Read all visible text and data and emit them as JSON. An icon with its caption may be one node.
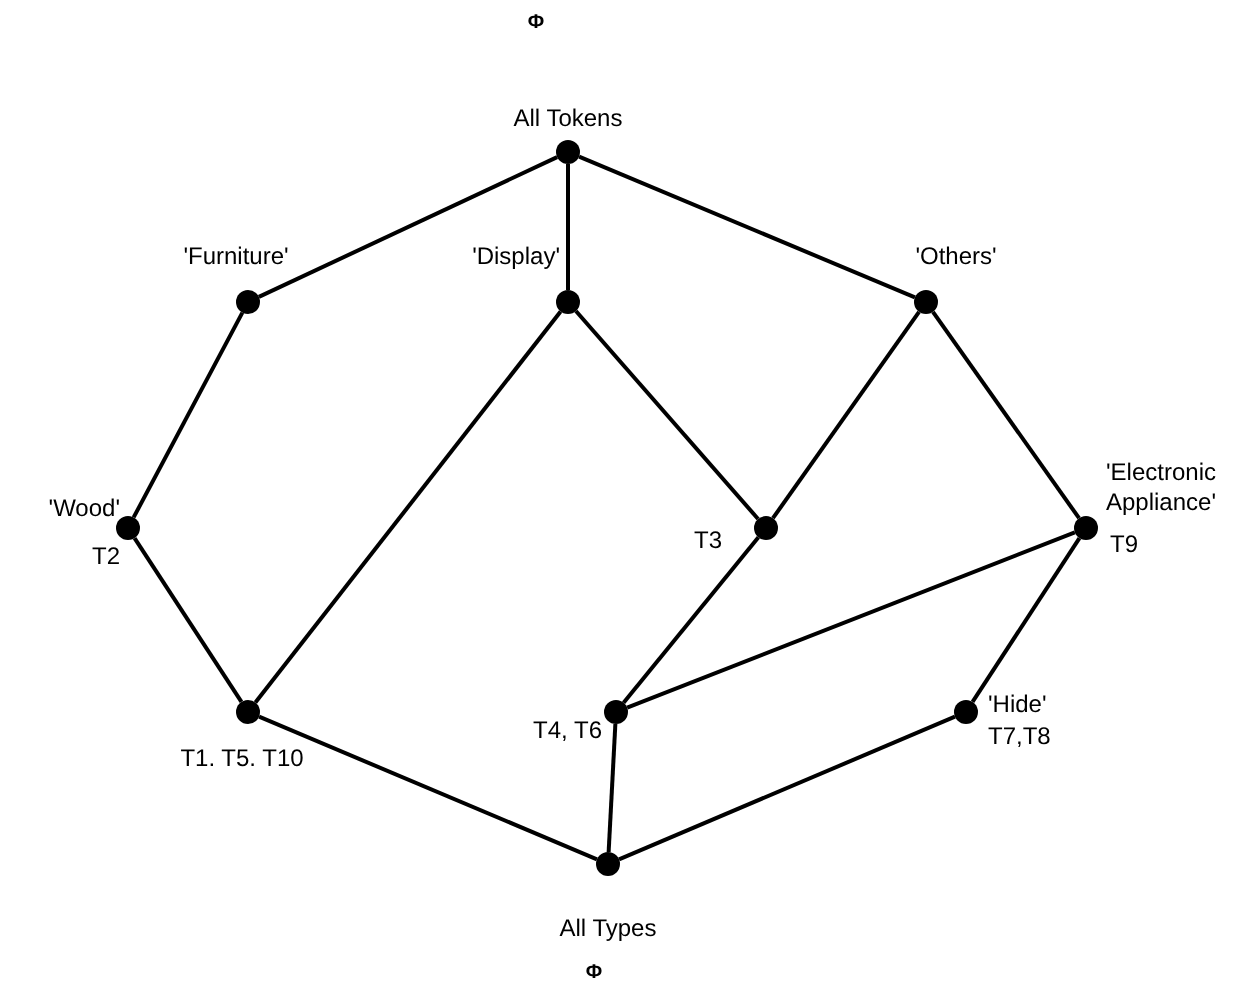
{
  "diagram": {
    "nodes": [
      {
        "text": [],
        "shape": "circle",
        "beside": [
          "All Tokens"
        ]
      },
      {
        "text": [],
        "shape": "circle",
        "beside": [
          "'Furniture'"
        ]
      },
      {
        "text": [],
        "shape": "circle",
        "beside": [
          "'Display'"
        ]
      },
      {
        "text": [],
        "shape": "circle",
        "beside": [
          "'Others'"
        ]
      },
      {
        "text": [],
        "shape": "circle",
        "beside": [
          "'Wood'",
          "T2"
        ]
      },
      {
        "text": [],
        "shape": "circle",
        "beside": [
          "T3"
        ]
      },
      {
        "text": [],
        "shape": "circle",
        "beside": [
          "'Electronic Appliance'",
          "T9"
        ]
      },
      {
        "text": [],
        "shape": "circle",
        "beside": [
          "T1. T5. T10"
        ]
      },
      {
        "text": [],
        "shape": "circle",
        "beside": [
          "T4, T6"
        ]
      },
      {
        "text": [],
        "shape": "circle",
        "beside": [
          "'Hide'",
          "T7,T8"
        ]
      },
      {
        "text": [],
        "shape": "circle",
        "beside": [
          "All Types"
        ]
      }
    ],
    "edges": [
      {
        "from": 0,
        "to": 1,
        "arrow": "none"
      },
      {
        "from": 0,
        "to": 2,
        "arrow": "none"
      },
      {
        "from": 0,
        "to": 3,
        "arrow": "none"
      },
      {
        "from": 1,
        "to": 4,
        "arrow": "none"
      },
      {
        "from": 2,
        "to": 7,
        "arrow": "none"
      },
      {
        "from": 2,
        "to": 5,
        "arrow": "none"
      },
      {
        "from": 3,
        "to": 5,
        "arrow": "none"
      },
      {
        "from": 3,
        "to": 6,
        "arrow": "none"
      },
      {
        "from": 4,
        "to": 7,
        "arrow": "none"
      },
      {
        "from": 5,
        "to": 8,
        "arrow": "none"
      },
      {
        "from": 6,
        "to": 8,
        "arrow": "none"
      },
      {
        "from": 6,
        "to": 9,
        "arrow": "none"
      },
      {
        "from": 7,
        "to": 10,
        "arrow": "none"
      },
      {
        "from": 8,
        "to": 10,
        "arrow": "none"
      },
      {
        "from": 9,
        "to": 10,
        "arrow": "none"
      }
    ],
    "labels": [
      "Φ",
      "Φ"
    ]
  }
}
